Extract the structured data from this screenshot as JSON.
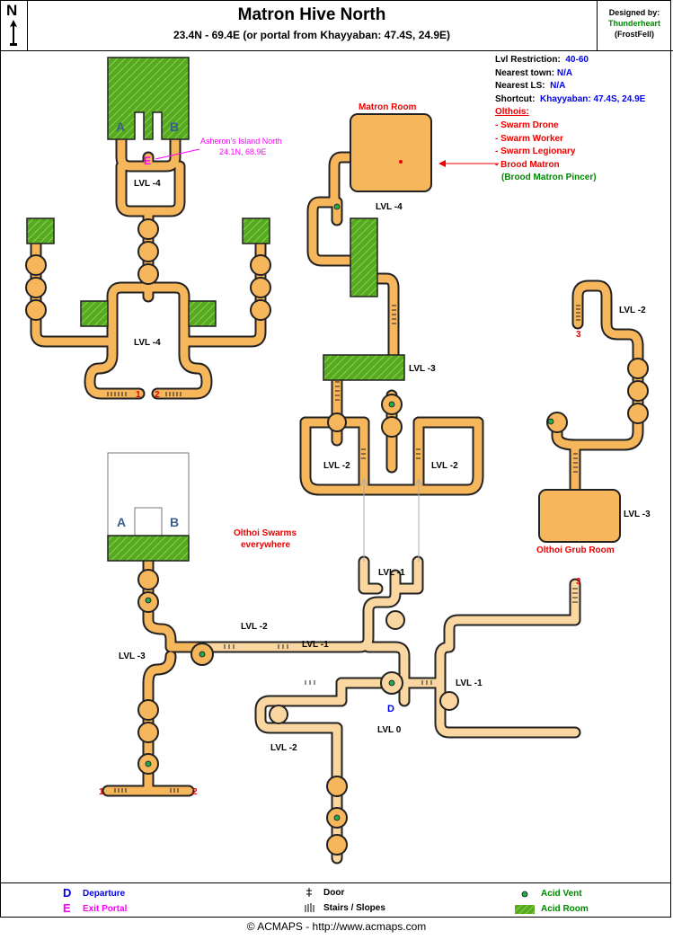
{
  "header": {
    "north_label": "N",
    "title": "Matron Hive North",
    "subtitle": "23.4N - 69.4E (or portal from Khayyaban: 47.4S, 24.9E)",
    "designed_by_label": "Designed by:",
    "designer": "Thunderheart",
    "server": "(FrostFell)"
  },
  "info": {
    "level_restriction_label": "Lvl Restriction:",
    "level_restriction": "40-60",
    "nearest_town_label": "Nearest town:",
    "nearest_town": "N/A",
    "nearest_ls_label": "Nearest LS:",
    "nearest_ls": "N/A",
    "shortcut_label": "Shortcut:",
    "shortcut": "Khayyaban: 47.4S, 24.9E",
    "olthois_label": "Olthois:",
    "olthois": [
      "- Swarm Drone",
      "- Swarm Worker",
      "- Swarm Legionary",
      "- Brood Matron"
    ],
    "boss": "(Brood Matron Pincer)"
  },
  "map_labels": {
    "room_a": "A",
    "room_b": "B",
    "exit_marker": "E",
    "departure_marker": "D",
    "exit_portal_destination": "Asheron's Island North",
    "exit_portal_coords": "24.1N, 68.9E",
    "matron_room": "Matron Room",
    "grub_room": "Olthoi Grub Room",
    "swarm_note_line1": "Olthoi Swarms",
    "swarm_note_line2": "everywhere",
    "lvl_0": "LVL 0",
    "lvl_m1": "LVL -1",
    "lvl_m2": "LVL -2",
    "lvl_m3": "LVL -3",
    "lvl_m4": "LVL -4",
    "link_1": "1",
    "link_2": "2",
    "link_3": "3"
  },
  "colors": {
    "corridor": "#f5b65c",
    "corridor_light": "#fad6a0",
    "acid_room": "#55aa22",
    "link_number": "#ee0000",
    "portal": "#ff00ff"
  },
  "legend": {
    "departure_symbol": "D",
    "departure_label": "Departure",
    "exit_symbol": "E",
    "exit_label": "Exit Portal",
    "door_label": "Door",
    "stairs_label": "Stairs / Slopes",
    "vent_label": "Acid Vent",
    "acid_room_label": "Acid Room"
  },
  "footer": "© ACMAPS - http://www.acmaps.com"
}
